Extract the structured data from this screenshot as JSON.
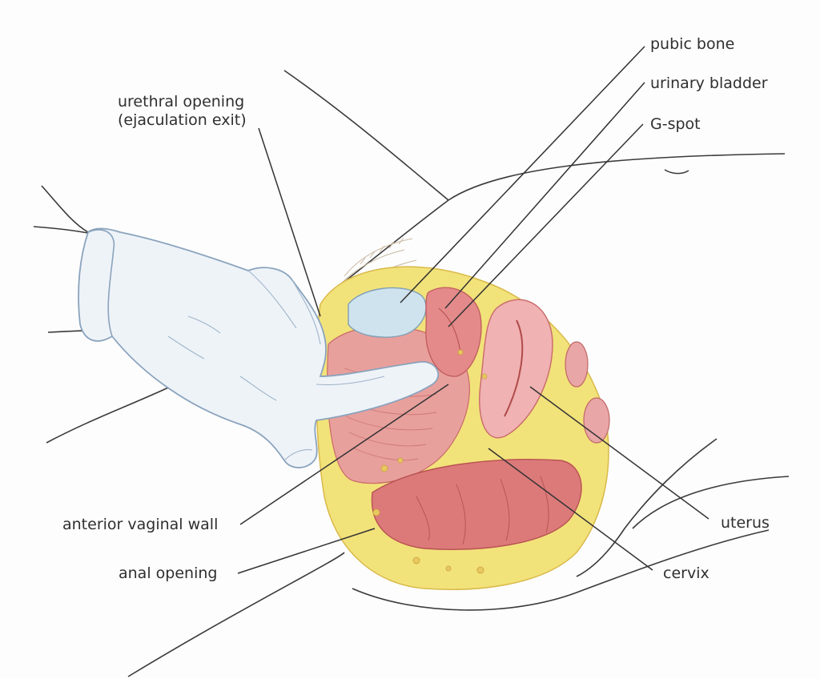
{
  "labels": {
    "urethral_opening_line1": "urethral opening",
    "urethral_opening_line2": "(ejaculation exit)",
    "pubic_bone": "pubic bone",
    "urinary_bladder": "urinary bladder",
    "g_spot": "G-spot",
    "anterior_vaginal_wall": "anterior vaginal wall",
    "anal_opening": "anal opening",
    "uterus": "uterus",
    "cervix": "cervix"
  },
  "colors": {
    "background": "#fdfdfd",
    "leader_line": "#333333",
    "body_outline": "#3a3a3a",
    "tissue_pink": "#e99a9a",
    "tissue_dark": "#d96d72",
    "fat_yellow": "#f2e27a",
    "fat_outline": "#d9b94a",
    "bone_blue": "#cfe3ee",
    "glove_fill": "#eef3f8",
    "glove_outline": "#8aa3bd"
  }
}
